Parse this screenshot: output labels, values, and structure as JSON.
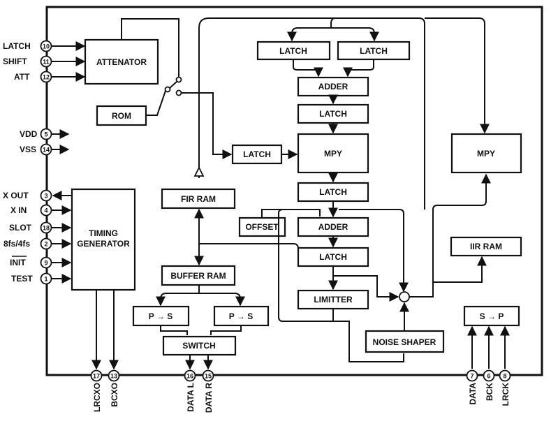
{
  "blocks": {
    "attenator": "ATTENATOR",
    "rom": "ROM",
    "timing_generator_line1": "TIMING",
    "timing_generator_line2": "GENERATOR",
    "latch_top_left": "LATCH",
    "latch_top_right": "LATCH",
    "adder_1": "ADDER",
    "latch_1": "LATCH",
    "latch_mpy_in": "LATCH",
    "mpy_1": "MPY",
    "mpy_2": "MPY",
    "latch_2": "LATCH",
    "fir_ram": "FIR RAM",
    "offset": "OFFSET",
    "adder_2": "ADDER",
    "iir_ram": "IIR RAM",
    "latch_3": "LATCH",
    "buffer_ram": "BUFFER RAM",
    "limitter": "LIMITTER",
    "ps_left": "P → S",
    "ps_right": "P → S",
    "sp": "S → P",
    "noise_shaper": "NOISE SHAPER",
    "switch": "SWITCH"
  },
  "left_pins": [
    {
      "label": "LATCH",
      "num": "10"
    },
    {
      "label": "SHIFT",
      "num": "11"
    },
    {
      "label": "ATT",
      "num": "12"
    },
    {
      "label": "VDD",
      "num": "5"
    },
    {
      "label": "VSS",
      "num": "14"
    },
    {
      "label": "X OUT",
      "num": "3"
    },
    {
      "label": "X IN",
      "num": "4"
    },
    {
      "label": "SLOT",
      "num": "18"
    },
    {
      "label": "8fs/4fs",
      "num": "2"
    },
    {
      "label": "INIT",
      "num": "9"
    },
    {
      "label": "TEST",
      "num": "1"
    }
  ],
  "bottom_pins": [
    {
      "label": "LRCXO",
      "num": "17"
    },
    {
      "label": "BCXO",
      "num": "13"
    },
    {
      "label": "DATA L",
      "num": "16"
    },
    {
      "label": "DATA R",
      "num": "15"
    },
    {
      "label": "DATA",
      "num": "7"
    },
    {
      "label": "BCK",
      "num": "6"
    },
    {
      "label": "LRCK",
      "num": "8"
    }
  ]
}
